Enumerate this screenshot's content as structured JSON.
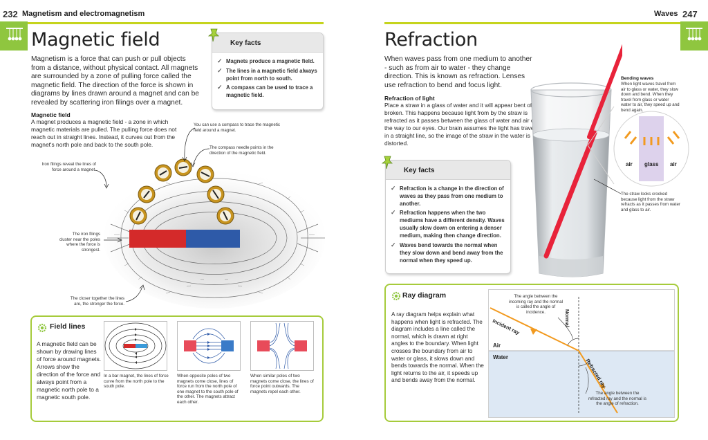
{
  "left_page": {
    "page_number": "232",
    "running_head": "Magnetism and electromagnetism",
    "title": "Magnetic field",
    "intro": "Magnetism is a force that can push or pull objects from a distance, without physical contact. All magnets are surrounded by a zone of pulling force called the magnetic field. The direction of the force is shown in diagrams by lines drawn around a magnet and can be revealed by scattering iron filings over a magnet.",
    "subhead": "Magnetic field",
    "subhead_text": "A magnet produces a magnetic field - a zone in which magnetic materials are pulled. The pulling force does not reach out in straight lines. Instead, it curves out from the magnet's north pole and back to the south pole.",
    "key_facts": {
      "title": "Key facts",
      "items": [
        "Magnets produce a magnetic field.",
        "The lines in a magnetic field always point from north to south.",
        "A compass can be used to trace a magnetic field."
      ]
    },
    "annotations": {
      "compass_trace": "You can use a compass to trace the magnetic field around a magnet.",
      "needle_points": "The compass needle points in the direction of the magnetic field.",
      "filings_reveal": "Iron filings reveal the lines of force around a magnet.",
      "filings_cluster": "The iron filings cluster near the poles where the force is strongest.",
      "closer_together": "The closer together the lines are, the stronger the force."
    },
    "field_lines": {
      "title": "Field lines",
      "text": "A magnetic field can be shown by drawing lines of force around magnets. Arrows show the direction of the force and always point from a magnetic north pole to a magnetic south pole.",
      "captions": [
        "In a bar magnet, the lines of force curve from the north pole to the south pole.",
        "When opposite poles of two magnets come close, lines of force run from the north pole of one magnet to the south pole of the other. The magnets attract each other.",
        "When similar poles of two magnets come close, the lines of force point outwards. The magnets repel each other."
      ]
    }
  },
  "right_page": {
    "page_number": "247",
    "running_head": "Waves",
    "title": "Refraction",
    "intro": "When waves pass from one medium to another - such as from air to water - they change direction. This is known as refraction. Lenses use refraction to bend and focus light.",
    "subhead": "Refraction of light",
    "subhead_text": "Place a straw in a glass of water and it will appear bent of broken. This happens because light from by the straw is refracted as it passes between the glass of water and air on the way to our eyes. Our brain assumes the light has travelled in a straight line, so the image of the straw in the water is distorted.",
    "bending_waves": {
      "title": "Bending waves",
      "text": "When light waves travel from air to glass or water, they slow down and bend. When they travel from glass or water water to air, they speed up and bend again.",
      "labels": [
        "air",
        "glass",
        "air"
      ]
    },
    "straw_note": "The straw looks crooked because light from the straw refracts as it passes from water and glass to air.",
    "key_facts": {
      "title": "Key facts",
      "items": [
        "Refraction is a change in the direction of waves as they pass from one medium to another.",
        "Refraction happens when the two mediums have a different density. Waves usually slow down on entering a denser medium, making then change direction.",
        "Waves bend towards the normal when they slow down and bend away from the normal when they speed up."
      ]
    },
    "ray_diagram": {
      "title": "Ray diagram",
      "text": "A ray diagram helps explain what happens when light is refracted. The diagram includes a line called the normal, which is drawn at right angles to the boundary. When light crosses the boundary from air to water or glass, it slows down and bends towards the normal. When the light returns to the air, it speeds up and bends away from the normal.",
      "angle_incidence": "The angle between the incoming ray and the normal is called the angle of incidence.",
      "angle_refraction": "The angle between the refracted ray and the normal is the angle of refraction.",
      "normal": "Normal",
      "incident_ray": "Incident ray",
      "refracted_ray": "Refracted ray",
      "air": "Air",
      "water": "Water"
    }
  },
  "colors": {
    "accent_green": "#8fc63f",
    "rule_yellow": "#c5d41d",
    "north_red": "#d42a2a",
    "south_blue": "#2e5aa8",
    "ray_orange": "#f29a1f",
    "water_blue": "#dde8f4"
  }
}
